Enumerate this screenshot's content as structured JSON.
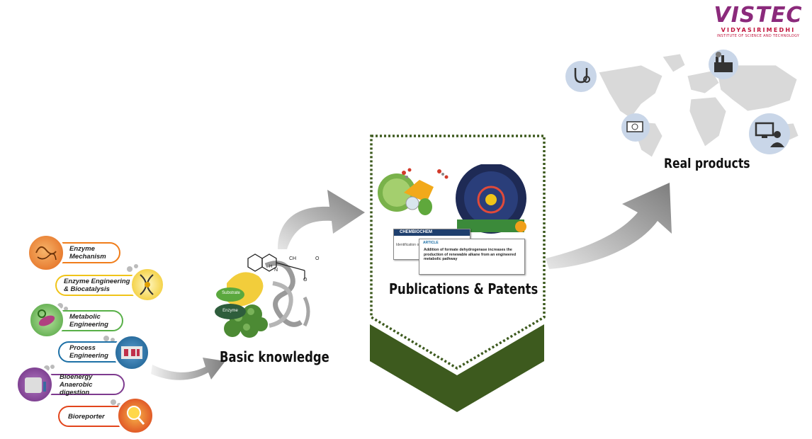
{
  "logo": {
    "name": "VISTEC",
    "line1": "VIDYASIRIMEDHI",
    "line2": "INSTITUTE OF SCIENCE AND TECHNOLOGY"
  },
  "research_areas": [
    {
      "lines": [
        "Enzyme",
        "Mechanism"
      ],
      "color": "#f07d1a"
    },
    {
      "lines": [
        "Enzyme Engineering",
        "& Biocatalysis"
      ],
      "color": "#f0c419"
    },
    {
      "lines": [
        "Metabolic",
        "Engineering"
      ],
      "color": "#58b048"
    },
    {
      "lines": [
        "Process",
        "Engineering"
      ],
      "color": "#1d70a6"
    },
    {
      "lines": [
        "Bioenergy",
        "Anaerobic digestion"
      ],
      "color": "#7e3b8f"
    },
    {
      "lines": [
        "Bioreporter",
        ""
      ],
      "color": "#e2451c"
    }
  ],
  "basic_knowledge": {
    "label": "Basic knowledge",
    "substrate": "Substrate",
    "enzyme": "Enzyme",
    "chem": [
      "CH",
      "O",
      "O",
      "H",
      "N"
    ]
  },
  "publications": {
    "label": "Publications & Patents",
    "paper1_journal": "CHEMBIOCHEM",
    "paper1_snippet": "Identification of a ... Thermostability of a ...",
    "paper2_tag": "ARTICLE",
    "paper2_title": "Addition of formate dehydrogenase increases the production of renewable alkane from an engineered metabolic pathway"
  },
  "real_products": {
    "label": "Real products"
  },
  "colors": {
    "pub_border": "#3d5a1e",
    "chevron": "#3d5a1e",
    "arrow": "#8a8a8a",
    "logo_main": "#8b2a7b",
    "logo_sub": "#c0143c"
  }
}
